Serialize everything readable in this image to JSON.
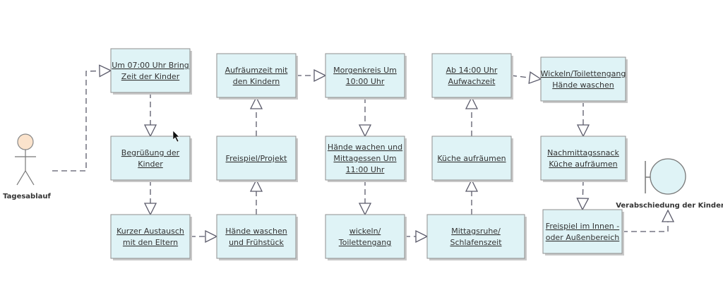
{
  "diagram": {
    "actor": {
      "label": "Tagesablauf"
    },
    "end_boundary": {
      "label": "Verabschiedung der Kinder"
    },
    "steps": [
      {
        "id": "s1",
        "lines": [
          "Um 07:00 Uhr Bring",
          "Zeit der Kinder"
        ]
      },
      {
        "id": "s2",
        "lines": [
          "Begrüßung der",
          "Kinder"
        ]
      },
      {
        "id": "s3",
        "lines": [
          "Kurzer Austausch",
          "mit den Eltern"
        ]
      },
      {
        "id": "s4",
        "lines": [
          "Hände waschen",
          "und  Frühstück"
        ]
      },
      {
        "id": "s5",
        "lines": [
          "Freispiel/Projekt"
        ]
      },
      {
        "id": "s6",
        "lines": [
          "Aufräumzeit mit",
          "den Kindern"
        ]
      },
      {
        "id": "s7",
        "lines": [
          "Morgenkreis Um",
          "10:00 Uhr"
        ]
      },
      {
        "id": "s8",
        "lines": [
          "Hände wachen und",
          "Mittagessen Um",
          "11:00 Uhr"
        ]
      },
      {
        "id": "s9",
        "lines": [
          "wickeln/",
          "Toilettengang"
        ]
      },
      {
        "id": "s10",
        "lines": [
          "Mittagsruhe/",
          "Schlafenszeit"
        ]
      },
      {
        "id": "s11",
        "lines": [
          "Küche aufräumen"
        ]
      },
      {
        "id": "s12",
        "lines": [
          "Ab 14:00 Uhr",
          "Aufwachzeit"
        ]
      },
      {
        "id": "s13",
        "lines": [
          "Wickeln/Toilettengang",
          "Hände waschen"
        ]
      },
      {
        "id": "s14",
        "lines": [
          "Nachmittagssnack",
          "Küche aufräumen"
        ]
      },
      {
        "id": "s15",
        "lines": [
          "Freispiel im Innen -",
          "oder Außenbereich"
        ]
      }
    ]
  }
}
